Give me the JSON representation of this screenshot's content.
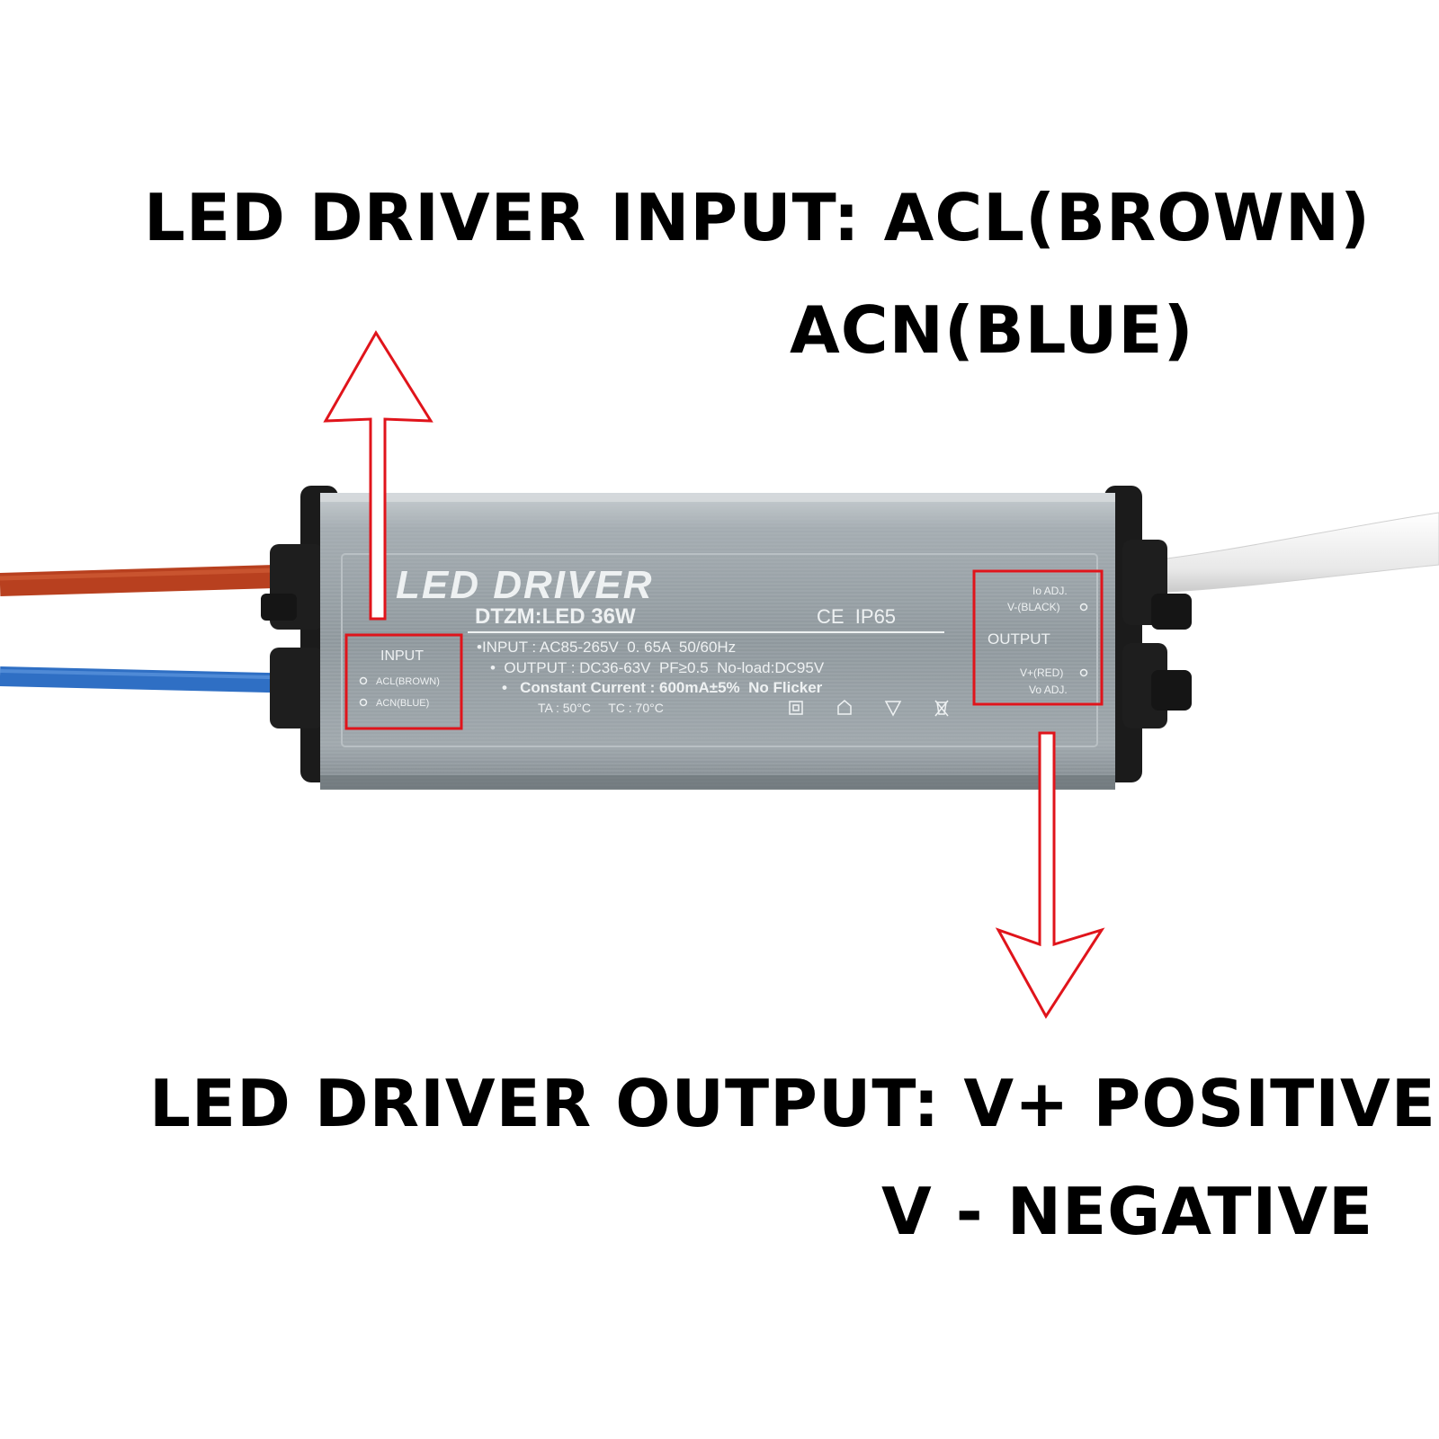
{
  "captions": {
    "input_line1": "LED DRIVER INPUT: ACL(BROWN)",
    "input_line2": "ACN(BLUE)",
    "output_line1": "LED DRIVER OUTPUT: V+ POSITIVE",
    "output_line2": "V - NEGATIVE"
  },
  "label": {
    "brand": "LED DRIVER",
    "model": "DTZM:LED 36W",
    "certs": "CE  IP65",
    "spec_input": "•INPUT : AC85-265V  0. 65A  50/60Hz",
    "spec_output": "•  OUTPUT : DC36-63V  PF≥0.5  No-load:DC95V",
    "spec_current": "•   Constant Current : 600mA±5%  No Flicker",
    "spec_temp": "TA : 50°C     TC : 70°C",
    "input_title": "INPUT",
    "input_acl": "ACL(BROWN)",
    "input_acn": "ACN(BLUE)",
    "output_io": "Io ADJ.",
    "output_vneg": "V-(BLACK)",
    "output_title": "OUTPUT",
    "output_vpos": "V+(RED)",
    "output_vo": "Vo ADJ."
  },
  "colors": {
    "highlight": "#e0141b",
    "wire_brown": "#b8401f",
    "wire_blue": "#2f6fc4",
    "wire_white": "#f2f2f2",
    "case": "#9aa3a8",
    "end_cap": "#1b1b1b",
    "text": "#000000"
  },
  "icons": [
    "square-in-square-icon",
    "house-icon",
    "f-triangle-icon",
    "crossed-bin-icon"
  ]
}
